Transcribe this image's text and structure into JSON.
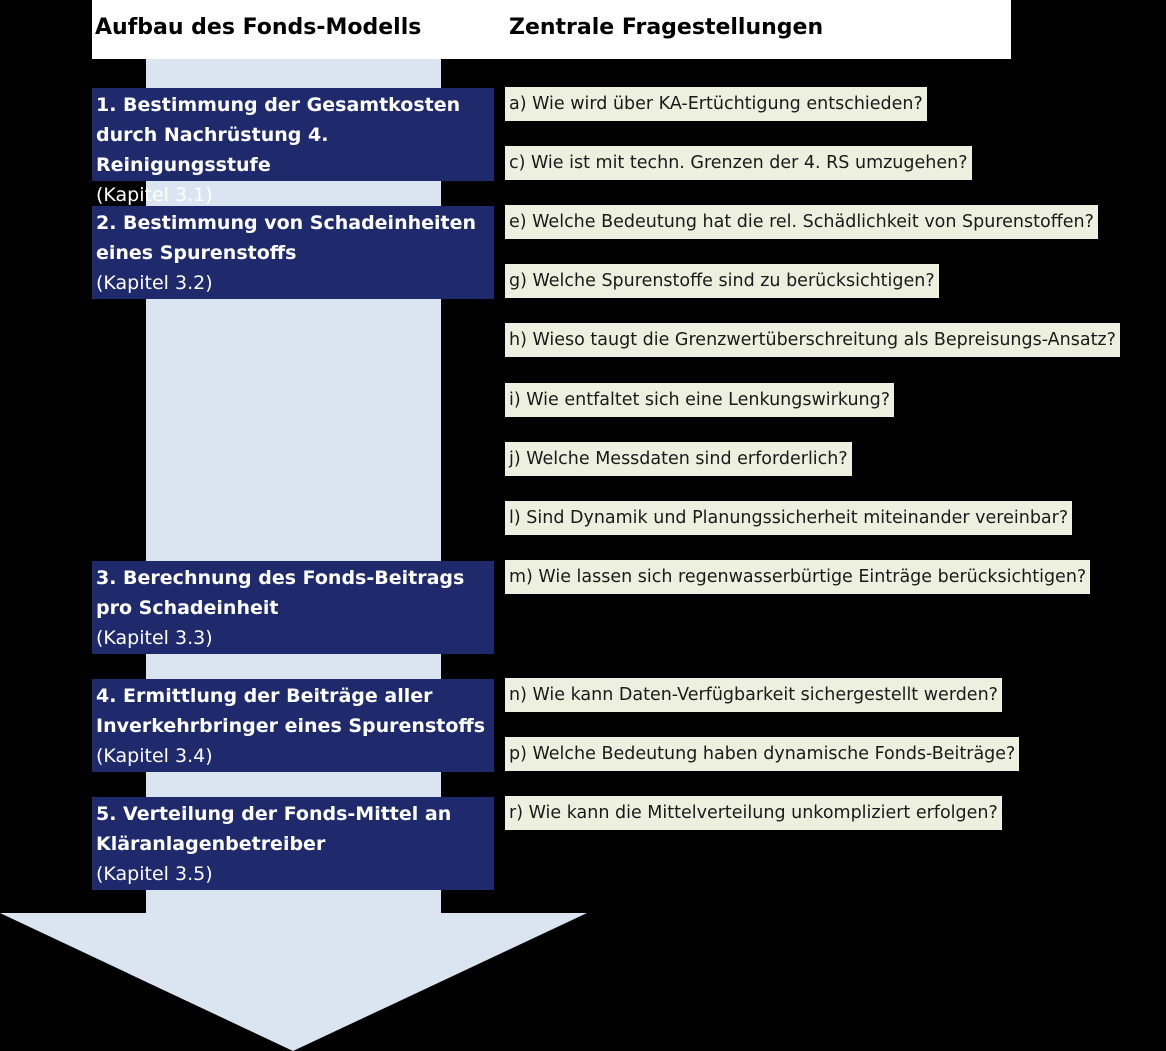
{
  "header": {
    "left": "Aufbau des Fonds-Modells",
    "right": "Zentrale Fragestellungen"
  },
  "colors": {
    "background": "#000000",
    "header_box": "#ffffff",
    "step_box": "#1f2a6d",
    "arrow": "#dbe5f1",
    "question_box": "#edefdf"
  },
  "steps": [
    {
      "title": "1. Bestimmung der Gesamtkosten durch Nachrüstung 4. Reinigungsstufe",
      "chapter": "(Kapitel 3.1)"
    },
    {
      "title": "2. Bestimmung von Schadeinheiten eines Spurenstoffs",
      "chapter": "(Kapitel 3.2)"
    },
    {
      "title": "3. Berechnung des Fonds-Beitrags pro Schadeinheit",
      "chapter": "(Kapitel 3.3)"
    },
    {
      "title": "4. Ermittlung der Beiträge aller Inverkehrbringer eines Spurenstoffs",
      "chapter": "(Kapitel 3.4)"
    },
    {
      "title": "5. Verteilung der Fonds-Mittel an Kläranlagenbetreiber",
      "chapter": "(Kapitel 3.5)"
    }
  ],
  "questions": [
    "a) Wie wird über KA-Ertüchtigung entschieden?",
    "c) Wie ist mit techn. Grenzen der 4. RS umzugehen?",
    "e) Welche Bedeutung hat die rel. Schädlichkeit von Spurenstoffen?",
    "g) Welche Spurenstoffe sind zu berücksichtigen?",
    "h) Wieso taugt die Grenzwertüberschreitung als Bepreisungs-Ansatz?",
    "i) Wie entfaltet sich eine Lenkungswirkung?",
    "j) Welche Messdaten sind erforderlich?",
    "l) Sind Dynamik und Planungssicherheit miteinander vereinbar?",
    "m) Wie lassen sich regenwasserbürtige Einträge berücksichtigen?",
    "n) Wie kann Daten-Verfügbarkeit sichergestellt werden?",
    "p) Welche Bedeutung haben dynamische Fonds-Beiträge?",
    "r) Wie kann die Mittelverteilung unkompliziert erfolgen?"
  ]
}
